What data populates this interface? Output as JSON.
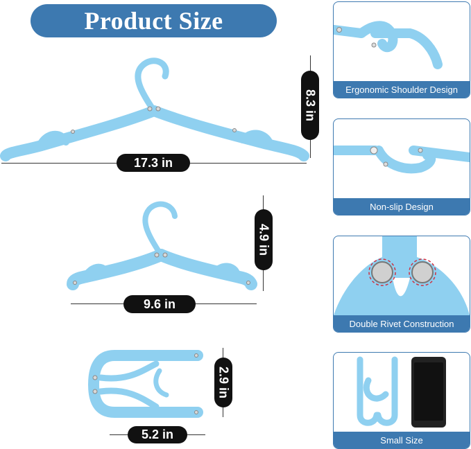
{
  "title": "Product Size",
  "dimensions": {
    "large_width": "17.3 in",
    "large_height": "8.3 in",
    "medium_width": "9.6 in",
    "medium_height": "4.9 in",
    "small_width": "5.2 in",
    "small_height": "2.9 in"
  },
  "features": [
    {
      "caption": "Ergonomic Shoulder Design"
    },
    {
      "caption": "Non-slip Design"
    },
    {
      "caption": "Double Rivet Construction"
    },
    {
      "caption": "Small Size"
    }
  ],
  "colors": {
    "accent": "#3d79b0",
    "hanger": "#8fd0f0",
    "label_bg": "#111111"
  }
}
